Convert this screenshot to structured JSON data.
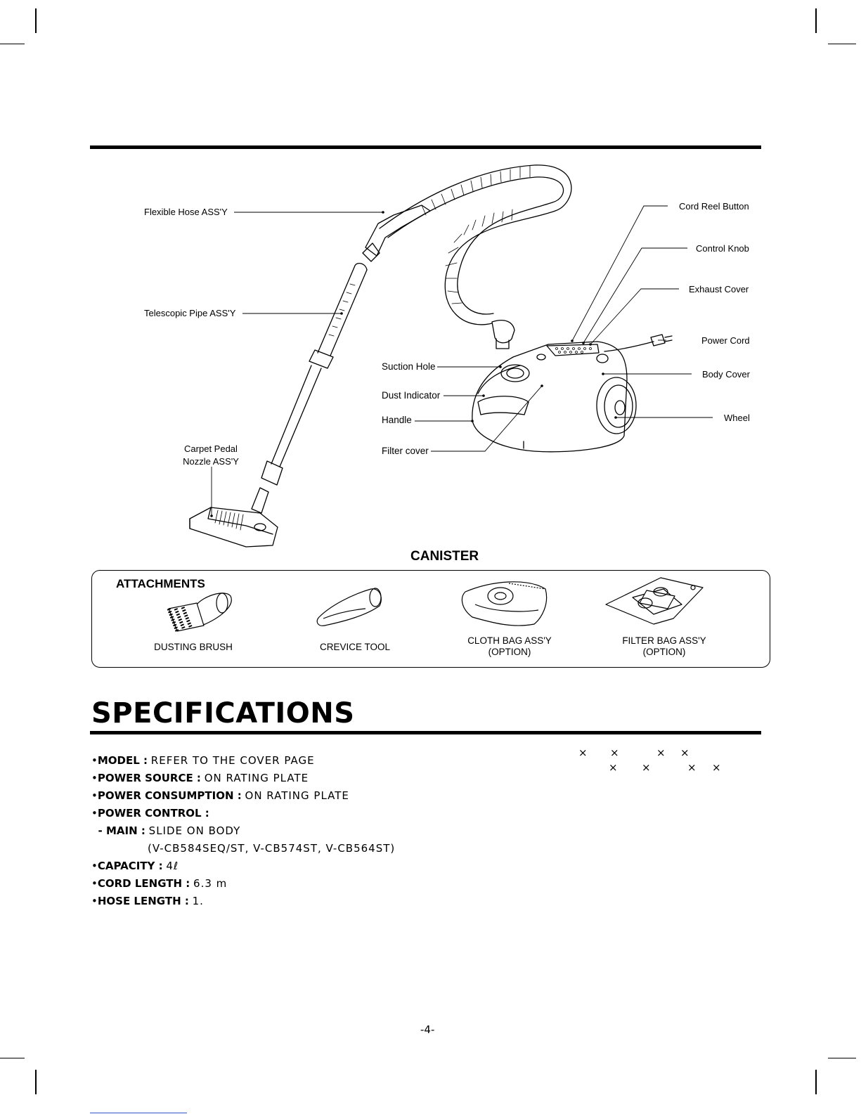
{
  "diagram": {
    "labels": {
      "flexible_hose": "Flexible Hose ASS'Y",
      "telescopic_pipe": "Telescopic Pipe ASS'Y",
      "carpet_pedal_line1": "Carpet Pedal",
      "carpet_pedal_line2": "Nozzle ASS'Y",
      "suction_hole": "Suction Hole",
      "dust_indicator": "Dust Indicator",
      "handle": "Handle",
      "filter_cover": "Filter cover",
      "cord_reel_button": "Cord Reel Button",
      "control_knob": "Control Knob",
      "exhaust_cover": "Exhaust Cover",
      "power_cord": "Power Cord",
      "body_cover": "Body Cover",
      "wheel": "Wheel"
    },
    "caption": "CANISTER"
  },
  "attachments": {
    "title": "ATTACHMENTS",
    "items": [
      {
        "label": "DUSTING BRUSH",
        "note": ""
      },
      {
        "label": "CREVICE TOOL",
        "note": ""
      },
      {
        "label": "CLOTH BAG ASS'Y",
        "note": "(OPTION)"
      },
      {
        "label": "FILTER BAG ASS'Y",
        "note": "(OPTION)"
      }
    ]
  },
  "specifications": {
    "title": "SPECIFICATIONS",
    "model_key": "MODEL :",
    "model_val": "REFER TO THE COVER PAGE",
    "power_source_key": "POWER SOURCE :",
    "power_source_val": "ON RATING PLATE",
    "power_consumption_key": "POWER CONSUMPTION :",
    "power_consumption_val": "ON RATING PLATE",
    "power_control_key": "POWER CONTROL :",
    "main_key": "- MAIN :",
    "main_val": "SLIDE ON BODY",
    "main_models": "(V-CB584SEQ/ST, V-CB574ST, V-CB564ST)",
    "capacity_key": "CAPACITY :",
    "capacity_val": "4ℓ",
    "cord_length_key": "CORD LENGTH :",
    "cord_length_val": "6.3 m",
    "hose_length_key": "HOSE LENGTH :",
    "hose_length_val": "1.",
    "dimension_marks": "×"
  },
  "footer": {
    "page_number": "-4-"
  }
}
